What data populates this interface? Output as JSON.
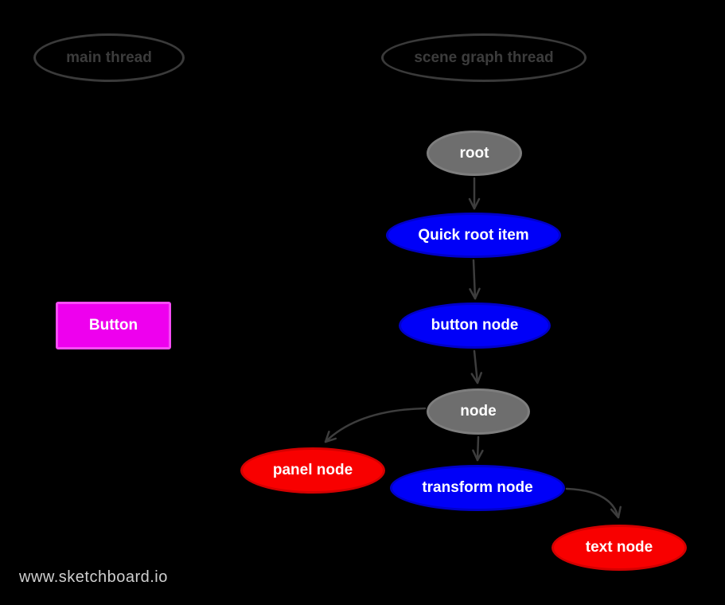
{
  "diagram": {
    "watermark": "www.sketchboard.io",
    "background_color": "#000000",
    "lanes": [
      {
        "label": "main thread"
      },
      {
        "label": "scene graph thread"
      }
    ],
    "nodes": [
      {
        "label": "Button",
        "shape": "rectangle",
        "fill": "#ee00ee",
        "text_color": "#ffffff",
        "lane": "main thread"
      },
      {
        "label": "root",
        "shape": "ellipse",
        "fill": "#6e6e6e",
        "text_color": "#ffffff",
        "lane": "scene graph thread"
      },
      {
        "label": "Quick root item",
        "shape": "ellipse",
        "fill": "#0000f8",
        "text_color": "#ffffff",
        "lane": "scene graph thread"
      },
      {
        "label": "button node",
        "shape": "ellipse",
        "fill": "#0000f8",
        "text_color": "#ffffff",
        "lane": "scene graph thread"
      },
      {
        "label": "node",
        "shape": "ellipse",
        "fill": "#6e6e6e",
        "text_color": "#ffffff",
        "lane": "scene graph thread"
      },
      {
        "label": "panel node",
        "shape": "ellipse",
        "fill": "#f80000",
        "text_color": "#ffffff",
        "lane": "scene graph thread"
      },
      {
        "label": "transform node",
        "shape": "ellipse",
        "fill": "#0000f8",
        "text_color": "#ffffff",
        "lane": "scene graph thread"
      },
      {
        "label": "text node",
        "shape": "ellipse",
        "fill": "#f80000",
        "text_color": "#ffffff",
        "lane": "scene graph thread"
      }
    ],
    "edges": [
      {
        "from": "root",
        "to": "Quick root item"
      },
      {
        "from": "Quick root item",
        "to": "button node"
      },
      {
        "from": "button node",
        "to": "node"
      },
      {
        "from": "node",
        "to": "transform node"
      },
      {
        "from": "node",
        "to": "panel node"
      },
      {
        "from": "transform node",
        "to": "text node"
      }
    ],
    "palette": {
      "connector": "#3d3d3d",
      "lane_outline": "#3a3a3a",
      "lane_text": "#3c3c3c",
      "gray_fill": "#6e6e6e",
      "blue_fill": "#0000f8",
      "red_fill": "#f80000",
      "magenta_fill": "#ee00ee",
      "watermark_color": "#cfcfcf"
    }
  }
}
